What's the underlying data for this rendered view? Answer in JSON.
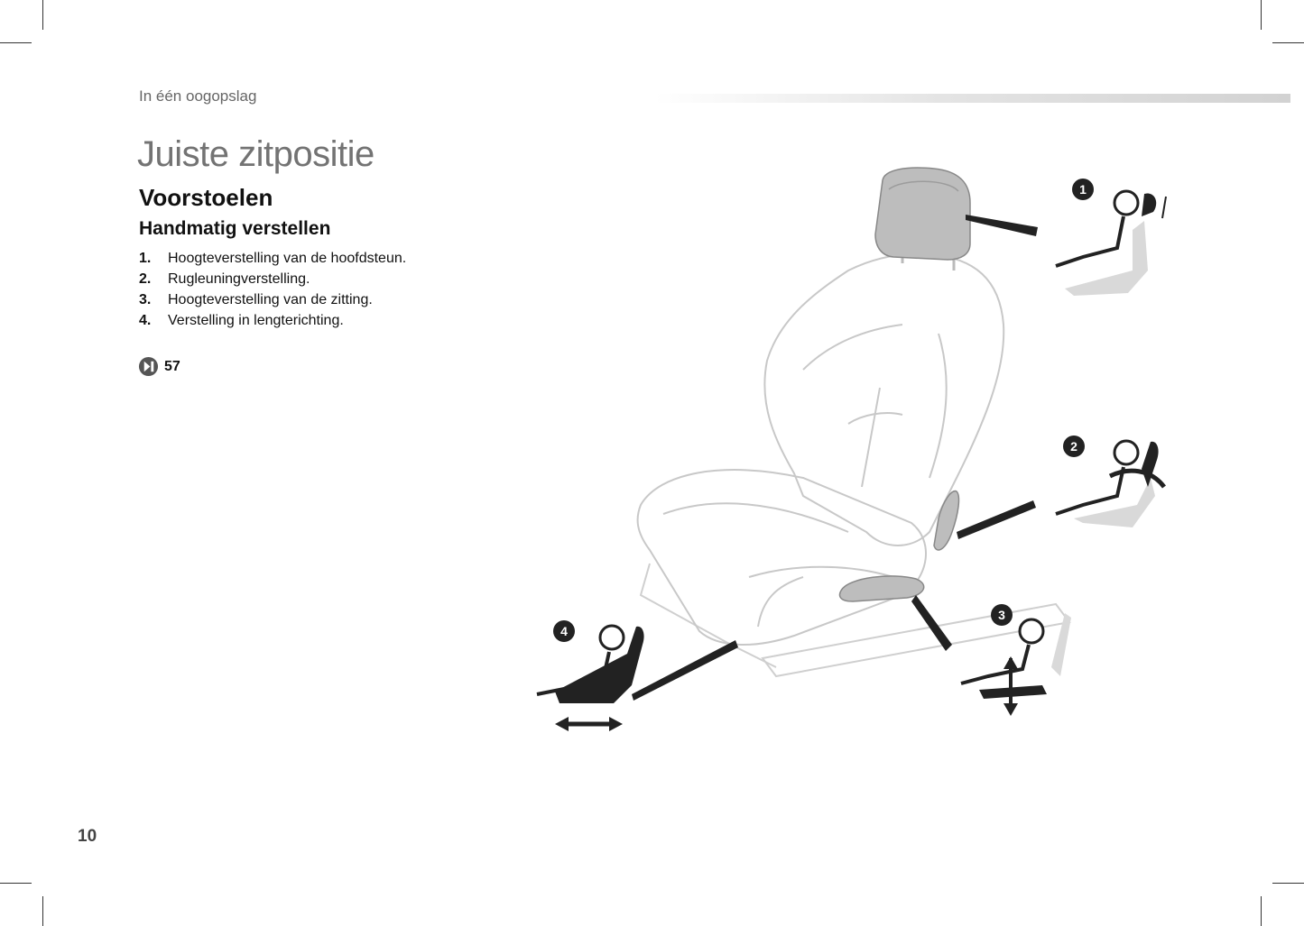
{
  "header": {
    "section": "In één oogopslag"
  },
  "title": "Juiste zitpositie",
  "subtitle": "Voorstoelen",
  "subheading": "Handmatig verstellen",
  "items": [
    {
      "num": "1.",
      "text": "Hoogteverstelling van de hoofdsteun."
    },
    {
      "num": "2.",
      "text": "Rugleuningverstelling."
    },
    {
      "num": "3.",
      "text": "Hoogteverstelling van de zitting."
    },
    {
      "num": "4.",
      "text": "Verstelling in lengterichting."
    }
  ],
  "reference": {
    "icon": "page-reference-icon",
    "page": "57"
  },
  "illustration": {
    "callouts": [
      {
        "label": "1",
        "meaning": "headrest-height"
      },
      {
        "label": "2",
        "meaning": "backrest-angle"
      },
      {
        "label": "3",
        "meaning": "seat-height"
      },
      {
        "label": "4",
        "meaning": "fore-aft"
      }
    ]
  },
  "footer": {
    "page_number": "10"
  },
  "colors": {
    "title": "#737373",
    "text": "#111111",
    "control": "#bdbdbd",
    "callout": "#222222"
  }
}
